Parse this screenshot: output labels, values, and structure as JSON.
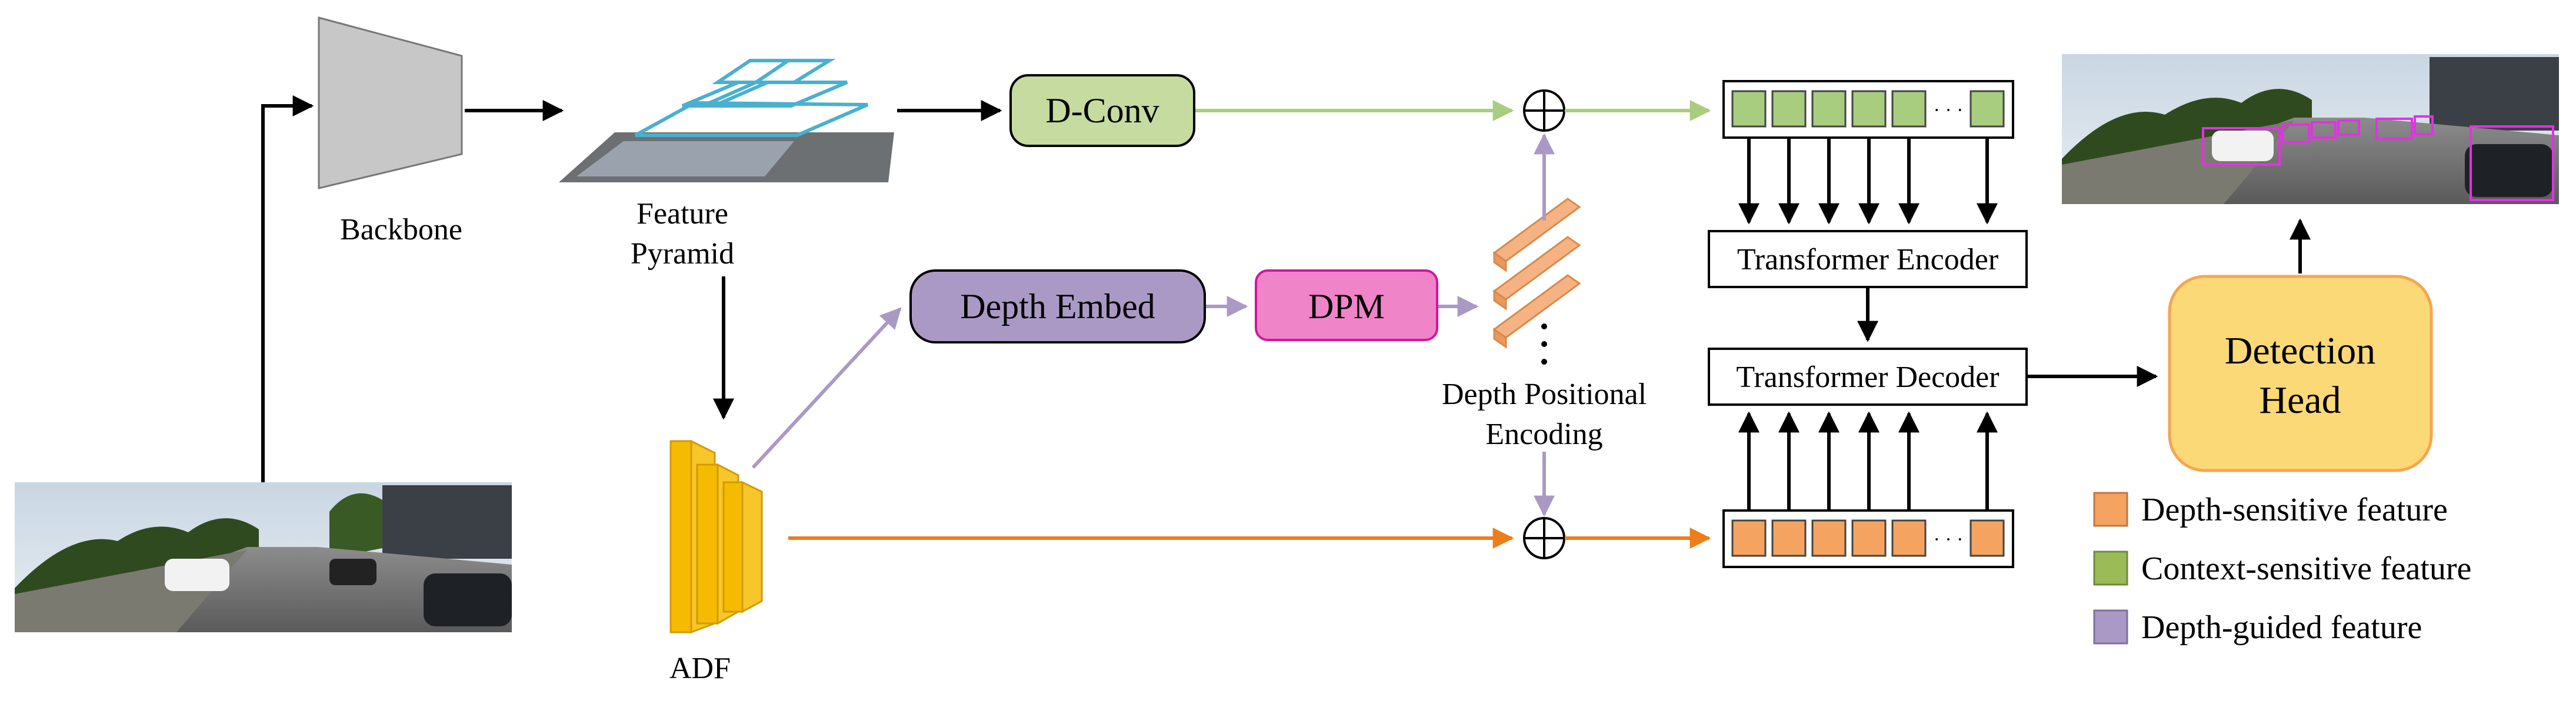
{
  "labels": {
    "backbone": "Backbone",
    "feature_pyramid_line1": "Feature",
    "feature_pyramid_line2": "Pyramid",
    "adf": "ADF",
    "depth_pos_enc_line1": "Depth Positional",
    "depth_pos_enc_line2": "Encoding",
    "ellipsis": "· · ·"
  },
  "blocks": {
    "dconv": "D-Conv",
    "depth_embed": "Depth Embed",
    "dpm": "DPM",
    "transformer_encoder": "Transformer Encoder",
    "transformer_decoder": "Transformer Decoder",
    "detection_head_line1": "Detection",
    "detection_head_line2": "Head"
  },
  "legend": [
    {
      "label": "Depth-sensitive feature",
      "color": "#f4a460"
    },
    {
      "label": "Context-sensitive feature",
      "color": "#9bbb59"
    },
    {
      "label": "Depth-guided feature",
      "color": "#ab99c5"
    }
  ],
  "colors": {
    "green_arrow": "#a9cd7f",
    "purple_arrow": "#ab99c5",
    "orange_arrow": "#ee7d1a",
    "dconv_fill": "#c5dba0",
    "depth_embed_fill": "#ab99c5",
    "dpm_fill": "#ef84c8",
    "detection_fill": "#fbd977",
    "detection_stroke": "#f5a650",
    "adf_fill": "#f5bb00",
    "token_green": "#a9cd7f",
    "token_orange": "#f4a460",
    "pyramid_grid": "#4ab0cf"
  }
}
